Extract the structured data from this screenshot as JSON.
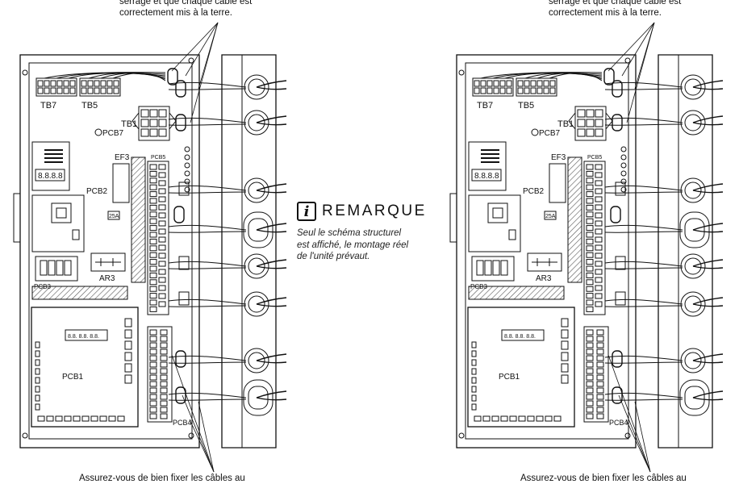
{
  "top_note": "serrage et que chaque câble est\ncorrectement mis à la terre.",
  "bottom_note": "Assurez-vous de bien fixer les câbles au",
  "remark": {
    "title": "REMARQUE",
    "icon": "info-icon",
    "line1": "Seul le schéma structurel",
    "line2": "est affiché, le montage réel",
    "line3": "de l'unité prévaut."
  },
  "labels": {
    "tb7": "TB7",
    "tb5": "TB5",
    "tb1": "TB1",
    "pcb7": "PCB7",
    "ef3": "EF3",
    "pcb5": "PCB5",
    "pcb2": "PCB2",
    "fuse": "25A",
    "pcb3": "PCB3",
    "ar3": "AR3",
    "pcb1": "PCB1",
    "pcb4": "PCB4",
    "display": "8.8.",
    "seg": "8.8.8.8"
  },
  "colors": {
    "line": "#111111",
    "hatch": "#555555",
    "panel": "#ffffff"
  }
}
